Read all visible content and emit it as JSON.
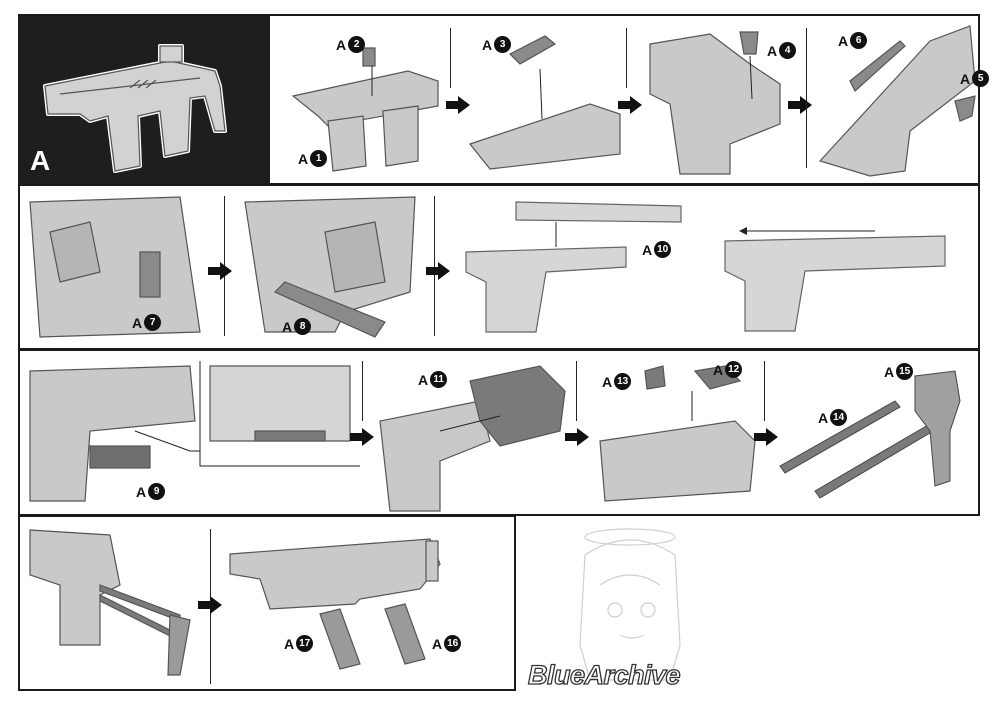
{
  "section": {
    "letter": "A"
  },
  "parts": [
    {
      "prefix": "A",
      "num": "1"
    },
    {
      "prefix": "A",
      "num": "2"
    },
    {
      "prefix": "A",
      "num": "3"
    },
    {
      "prefix": "A",
      "num": "4"
    },
    {
      "prefix": "A",
      "num": "5"
    },
    {
      "prefix": "A",
      "num": "6"
    },
    {
      "prefix": "A",
      "num": "7"
    },
    {
      "prefix": "A",
      "num": "8"
    },
    {
      "prefix": "A",
      "num": "9"
    },
    {
      "prefix": "A",
      "num": "10"
    },
    {
      "prefix": "A",
      "num": "11"
    },
    {
      "prefix": "A",
      "num": "12"
    },
    {
      "prefix": "A",
      "num": "13"
    },
    {
      "prefix": "A",
      "num": "14"
    },
    {
      "prefix": "A",
      "num": "15"
    },
    {
      "prefix": "A",
      "num": "16"
    },
    {
      "prefix": "A",
      "num": "17"
    }
  ],
  "brand": {
    "logo_text": "BlueArchive"
  },
  "colors": {
    "frame": "#1a1a1a",
    "part_fill": "#c9c9c9",
    "part_dark": "#7a7a7a",
    "part_stroke": "#555555",
    "tile": "#1e1e1e"
  }
}
